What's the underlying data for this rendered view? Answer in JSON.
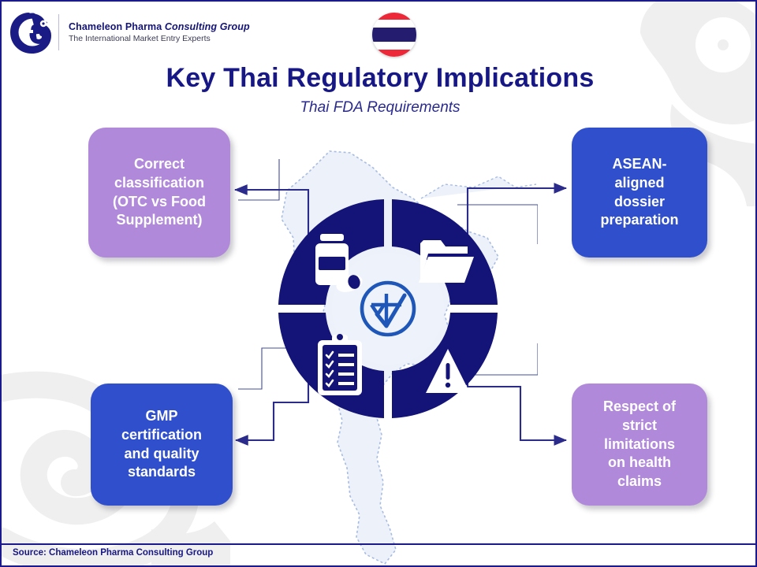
{
  "brand": {
    "logo_icon": "chameleon-logo-icon",
    "name": "Chameleon Pharma ",
    "name_italic": "Consulting Group",
    "tagline": "The International Market Entry Experts",
    "primary_color": "#171786"
  },
  "flag": {
    "icon": "thailand-flag-icon",
    "name": "Thailand",
    "colors": [
      "#ED2939",
      "#FFFFFF",
      "#241D6F"
    ]
  },
  "header": {
    "title": "Key Thai Regulatory Implications",
    "subtitle": "Thai FDA Requirements"
  },
  "center": {
    "logo_icon": "thai-fda-seal-icon",
    "ring_color": "#141478",
    "hub_color": "#EEF2FA",
    "quadrants": [
      {
        "position": "top-left",
        "icon": "medicine-bottle-icon"
      },
      {
        "position": "top-right",
        "icon": "open-folder-icon"
      },
      {
        "position": "bottom-left",
        "icon": "clipboard-checklist-icon"
      },
      {
        "position": "bottom-right",
        "icon": "warning-triangle-icon"
      }
    ]
  },
  "boxes": [
    {
      "id": "correct-classification",
      "position": "top-left",
      "label": "Correct\nclassification\n(OTC vs Food\nSupplement)",
      "color": "#B189DA"
    },
    {
      "id": "asean-dossier",
      "position": "top-right",
      "label": "ASEAN-\naligned\ndossier\npreparation",
      "color": "#2F4FCD"
    },
    {
      "id": "gmp-certification",
      "position": "bottom-left",
      "label": "GMP\ncertification\nand quality\nstandards",
      "color": "#2F4FCD"
    },
    {
      "id": "health-claims",
      "position": "bottom-right",
      "label": "Respect of\nstrict\nlimitations\non health\nclaims",
      "color": "#B189DA"
    }
  ],
  "map": {
    "name": "thailand-map-outline",
    "fill": "#EDF2FA",
    "stroke": "#9FB4DE"
  },
  "footer": {
    "source": "Source: Chameleon Pharma Consulting Group"
  }
}
